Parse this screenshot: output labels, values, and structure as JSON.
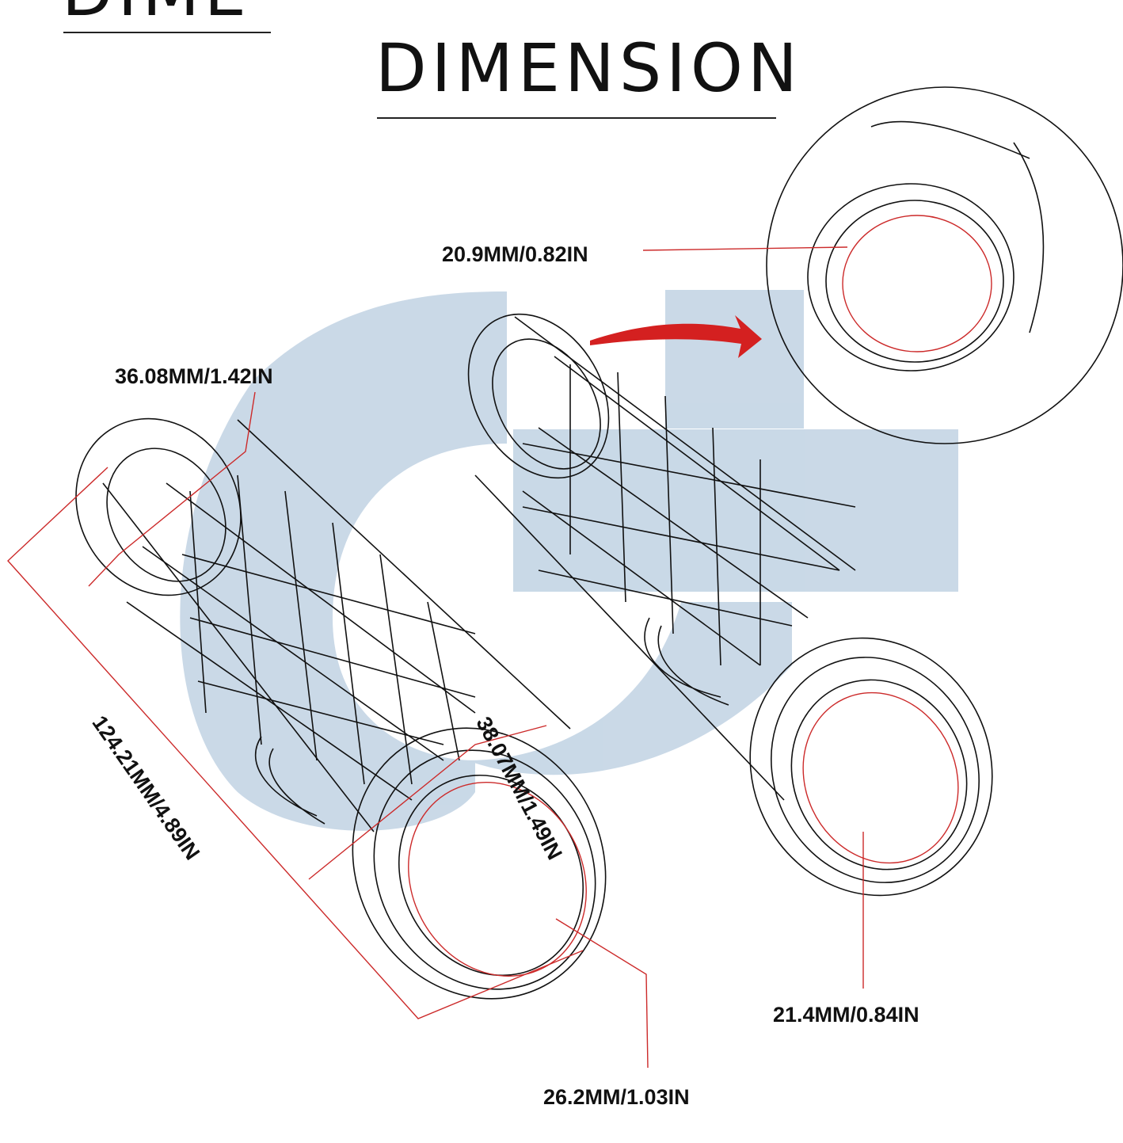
{
  "header": {
    "cut_title": "DIME",
    "title": "DIMENSION"
  },
  "colors": {
    "line": "#111111",
    "dimension_line": "#cc2a2a",
    "watermark": "#c7d7e6",
    "arrow": "#d42020"
  },
  "dimensions": {
    "inner_top": "20.9MM/0.82IN",
    "end_diameter": "36.08MM/1.42IN",
    "outer_diameter": "38.07MM/1.49IN",
    "length": "124.21MM/4.89IN",
    "inner_right": "21.4MM/0.84IN",
    "inner_left": "26.2MM/1.03IN"
  }
}
